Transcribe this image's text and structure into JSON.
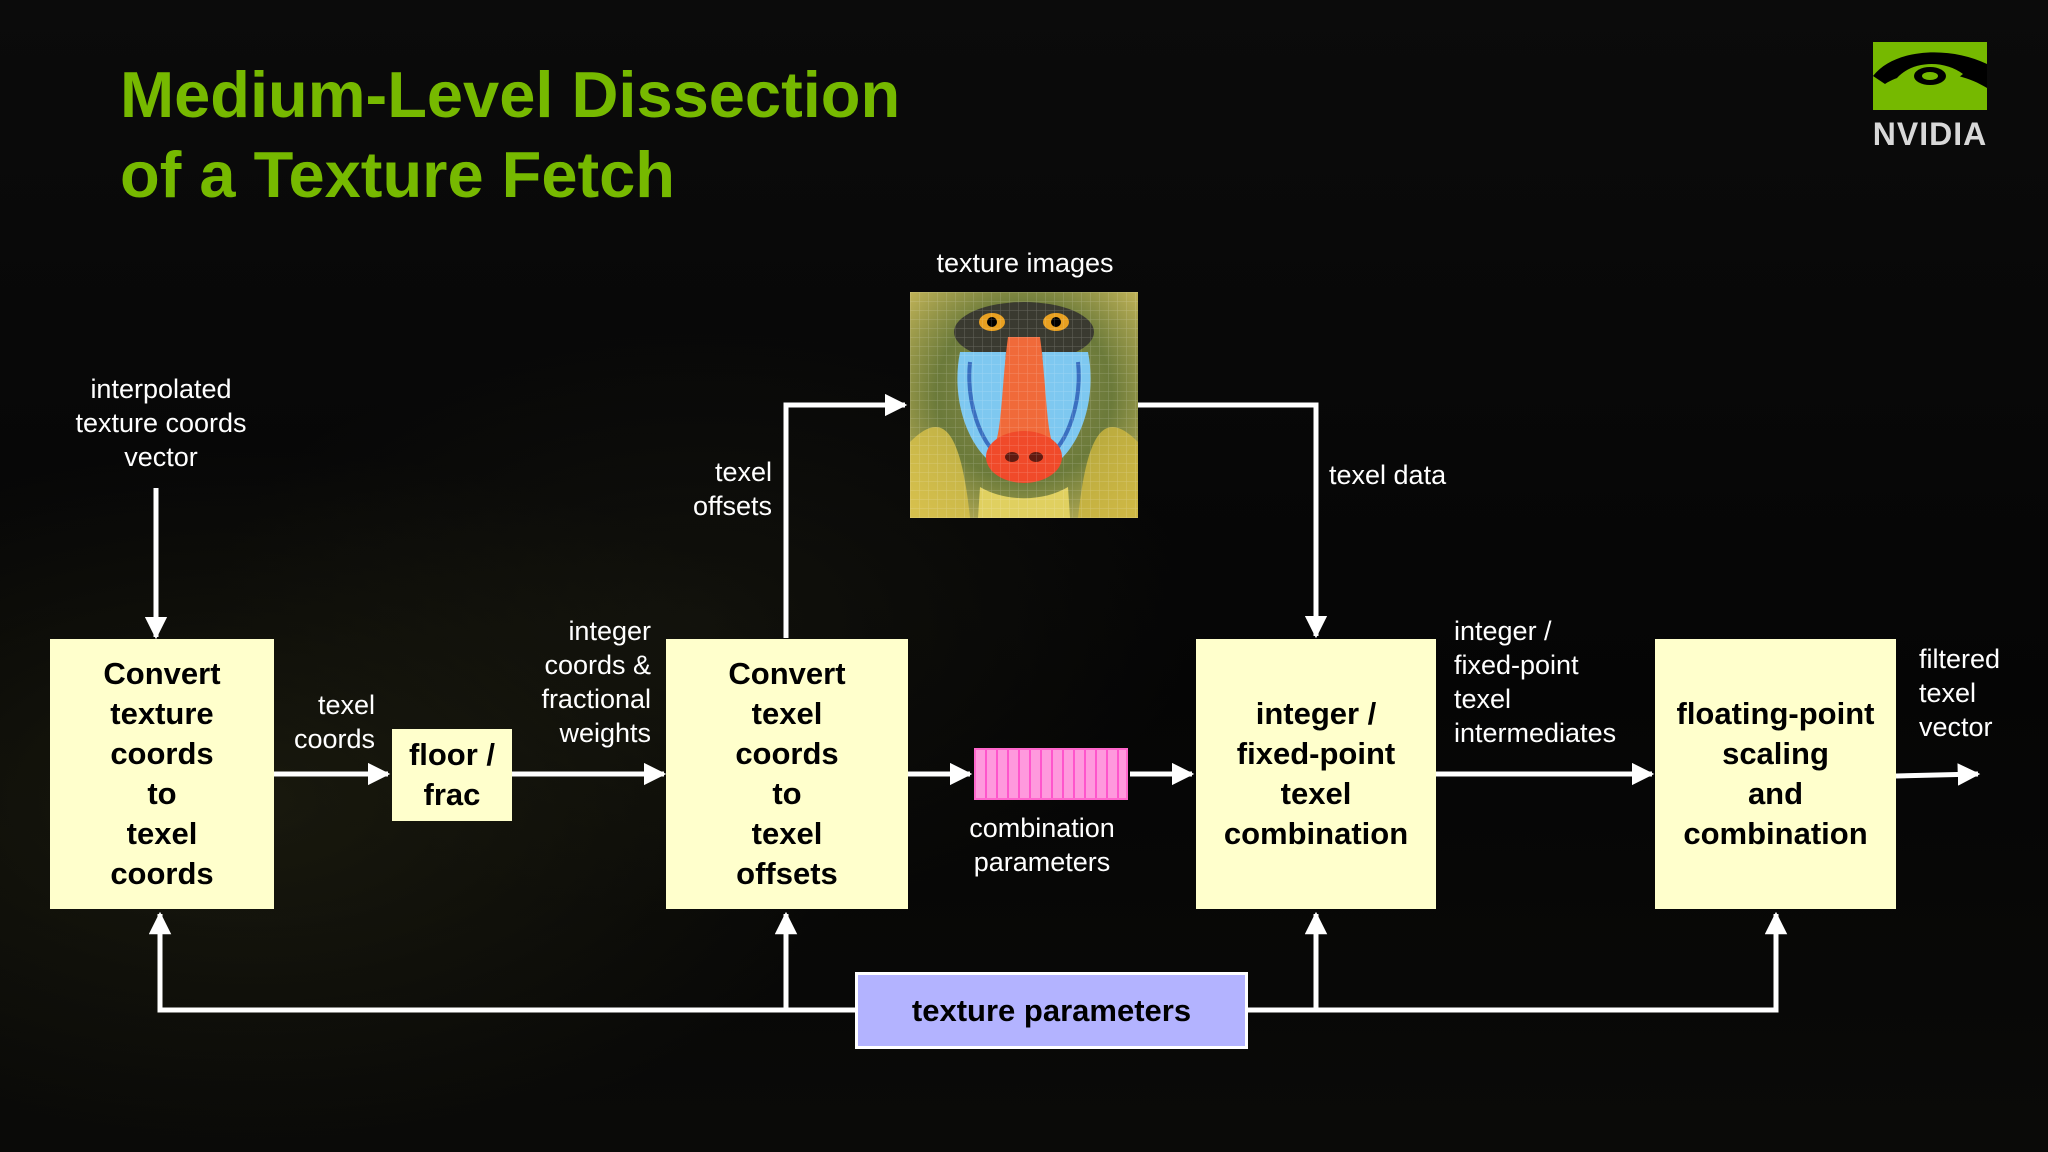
{
  "title": {
    "line1": "Medium-Level Dissection",
    "line2": "of a Texture Fetch"
  },
  "logo": {
    "wordmark": "NVIDIA",
    "icon": "nvidia-eye-icon"
  },
  "boxes": {
    "convert_texture": "Convert\ntexture\ncoords\nto\ntexel\ncoords",
    "floor_frac": "floor /\nfrac",
    "convert_offsets": "Convert\ntexel\ncoords\nto\ntexel\noffsets",
    "integer_combination": "integer /\nfixed-point\ntexel\ncombination",
    "float_scaling": "floating-point\nscaling\nand\ncombination",
    "texture_parameters": "texture parameters"
  },
  "labels": {
    "interpolated": "interpolated\ntexture coords\nvector",
    "texel_coords": "texel\ncoords",
    "integer_coords": "integer\ncoords &\nfractional\nweights",
    "texel_offsets": "texel\noffsets",
    "texture_images": "texture images",
    "texel_data": "texel data",
    "combination_parameters": "combination\nparameters",
    "integer_intermediates": "integer /\nfixed-point\ntexel\nintermediates",
    "filtered": "filtered\ntexel\nvector"
  },
  "colors": {
    "title": "#76b900",
    "box_fill": "#ffffcc",
    "params_fill": "#b3b3ff",
    "combination_fill": "#ff99dd",
    "wire": "#ffffff"
  }
}
